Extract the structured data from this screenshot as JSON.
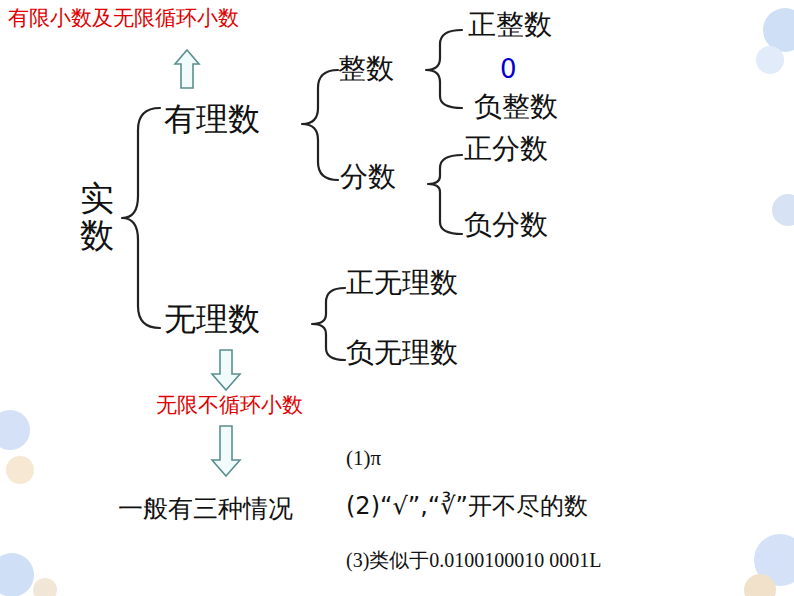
{
  "diagram": {
    "labels": [
      "有限小数及无限循环小数",
      "整数",
      "正整数",
      "0",
      "负整数",
      "有理数",
      "分数",
      "正分数",
      "负分数",
      "实数",
      "正无理数",
      "无理数",
      "负无理数",
      "无限不循环小数",
      "(1)π",
      "(2)“√”,“∛”开不尽的数",
      "一般有三种情况",
      "(3)类似于0.0100100010 0001L"
    ]
  }
}
